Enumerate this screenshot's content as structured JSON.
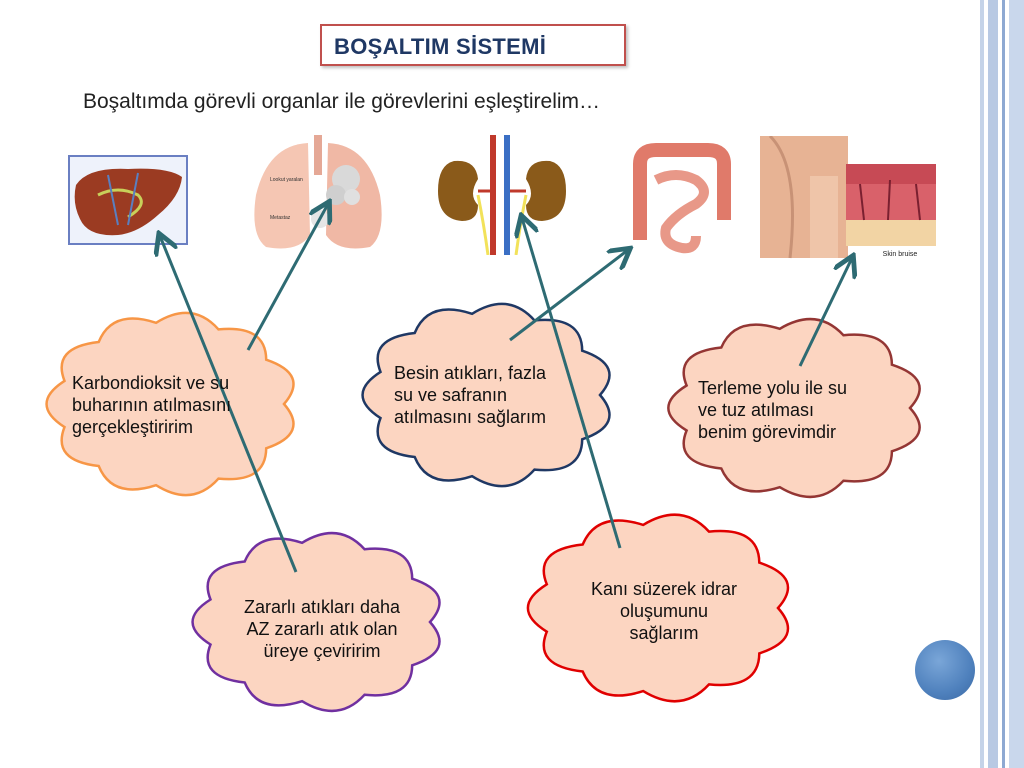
{
  "slide": {
    "title": "BOŞALTIM SİSTEMİ",
    "subtitle": "Boşaltımda görevli organlar ile görevlerini eşleştirelim…"
  },
  "organs": [
    {
      "id": "liver",
      "icon": "liver-icon"
    },
    {
      "id": "lungs",
      "icon": "lungs-icon",
      "labels": [
        "Lookut yaralan",
        "Metastaz"
      ]
    },
    {
      "id": "kidneys",
      "icon": "kidneys-icon"
    },
    {
      "id": "intestine",
      "icon": "intestine-icon"
    },
    {
      "id": "skin",
      "icon": "skin-icon",
      "caption": "Skin bruise"
    }
  ],
  "clouds": [
    {
      "id": "lungs-cloud",
      "lines": [
        "Karbondioksit ve su",
        "buharının atılmasını",
        "gerçekleştiririm"
      ],
      "border": "#f79646"
    },
    {
      "id": "intestine-cloud",
      "lines": [
        "Besin atıkları, fazla",
        "su ve safranın",
        "atılmasını sağlarım"
      ],
      "border": "#1f3864"
    },
    {
      "id": "skin-cloud",
      "lines": [
        "Terleme yolu ile su",
        "ve tuz atılması",
        "benim görevimdir"
      ],
      "border": "#943634"
    },
    {
      "id": "liver-cloud",
      "lines": [
        "Zararlı atıkları daha",
        "AZ zararlı atık olan",
        "üreye çeviririm"
      ],
      "border": "#7030a0"
    },
    {
      "id": "kidney-cloud",
      "lines": [
        "Kanı süzerek idrar",
        "oluşumunu",
        "sağlarım"
      ],
      "border": "#e00000"
    }
  ],
  "colors": {
    "cloud_fill": "#fcd5c1",
    "arrow": "#2e6b73",
    "title_border": "#c0504d",
    "title_text": "#1f3864"
  }
}
